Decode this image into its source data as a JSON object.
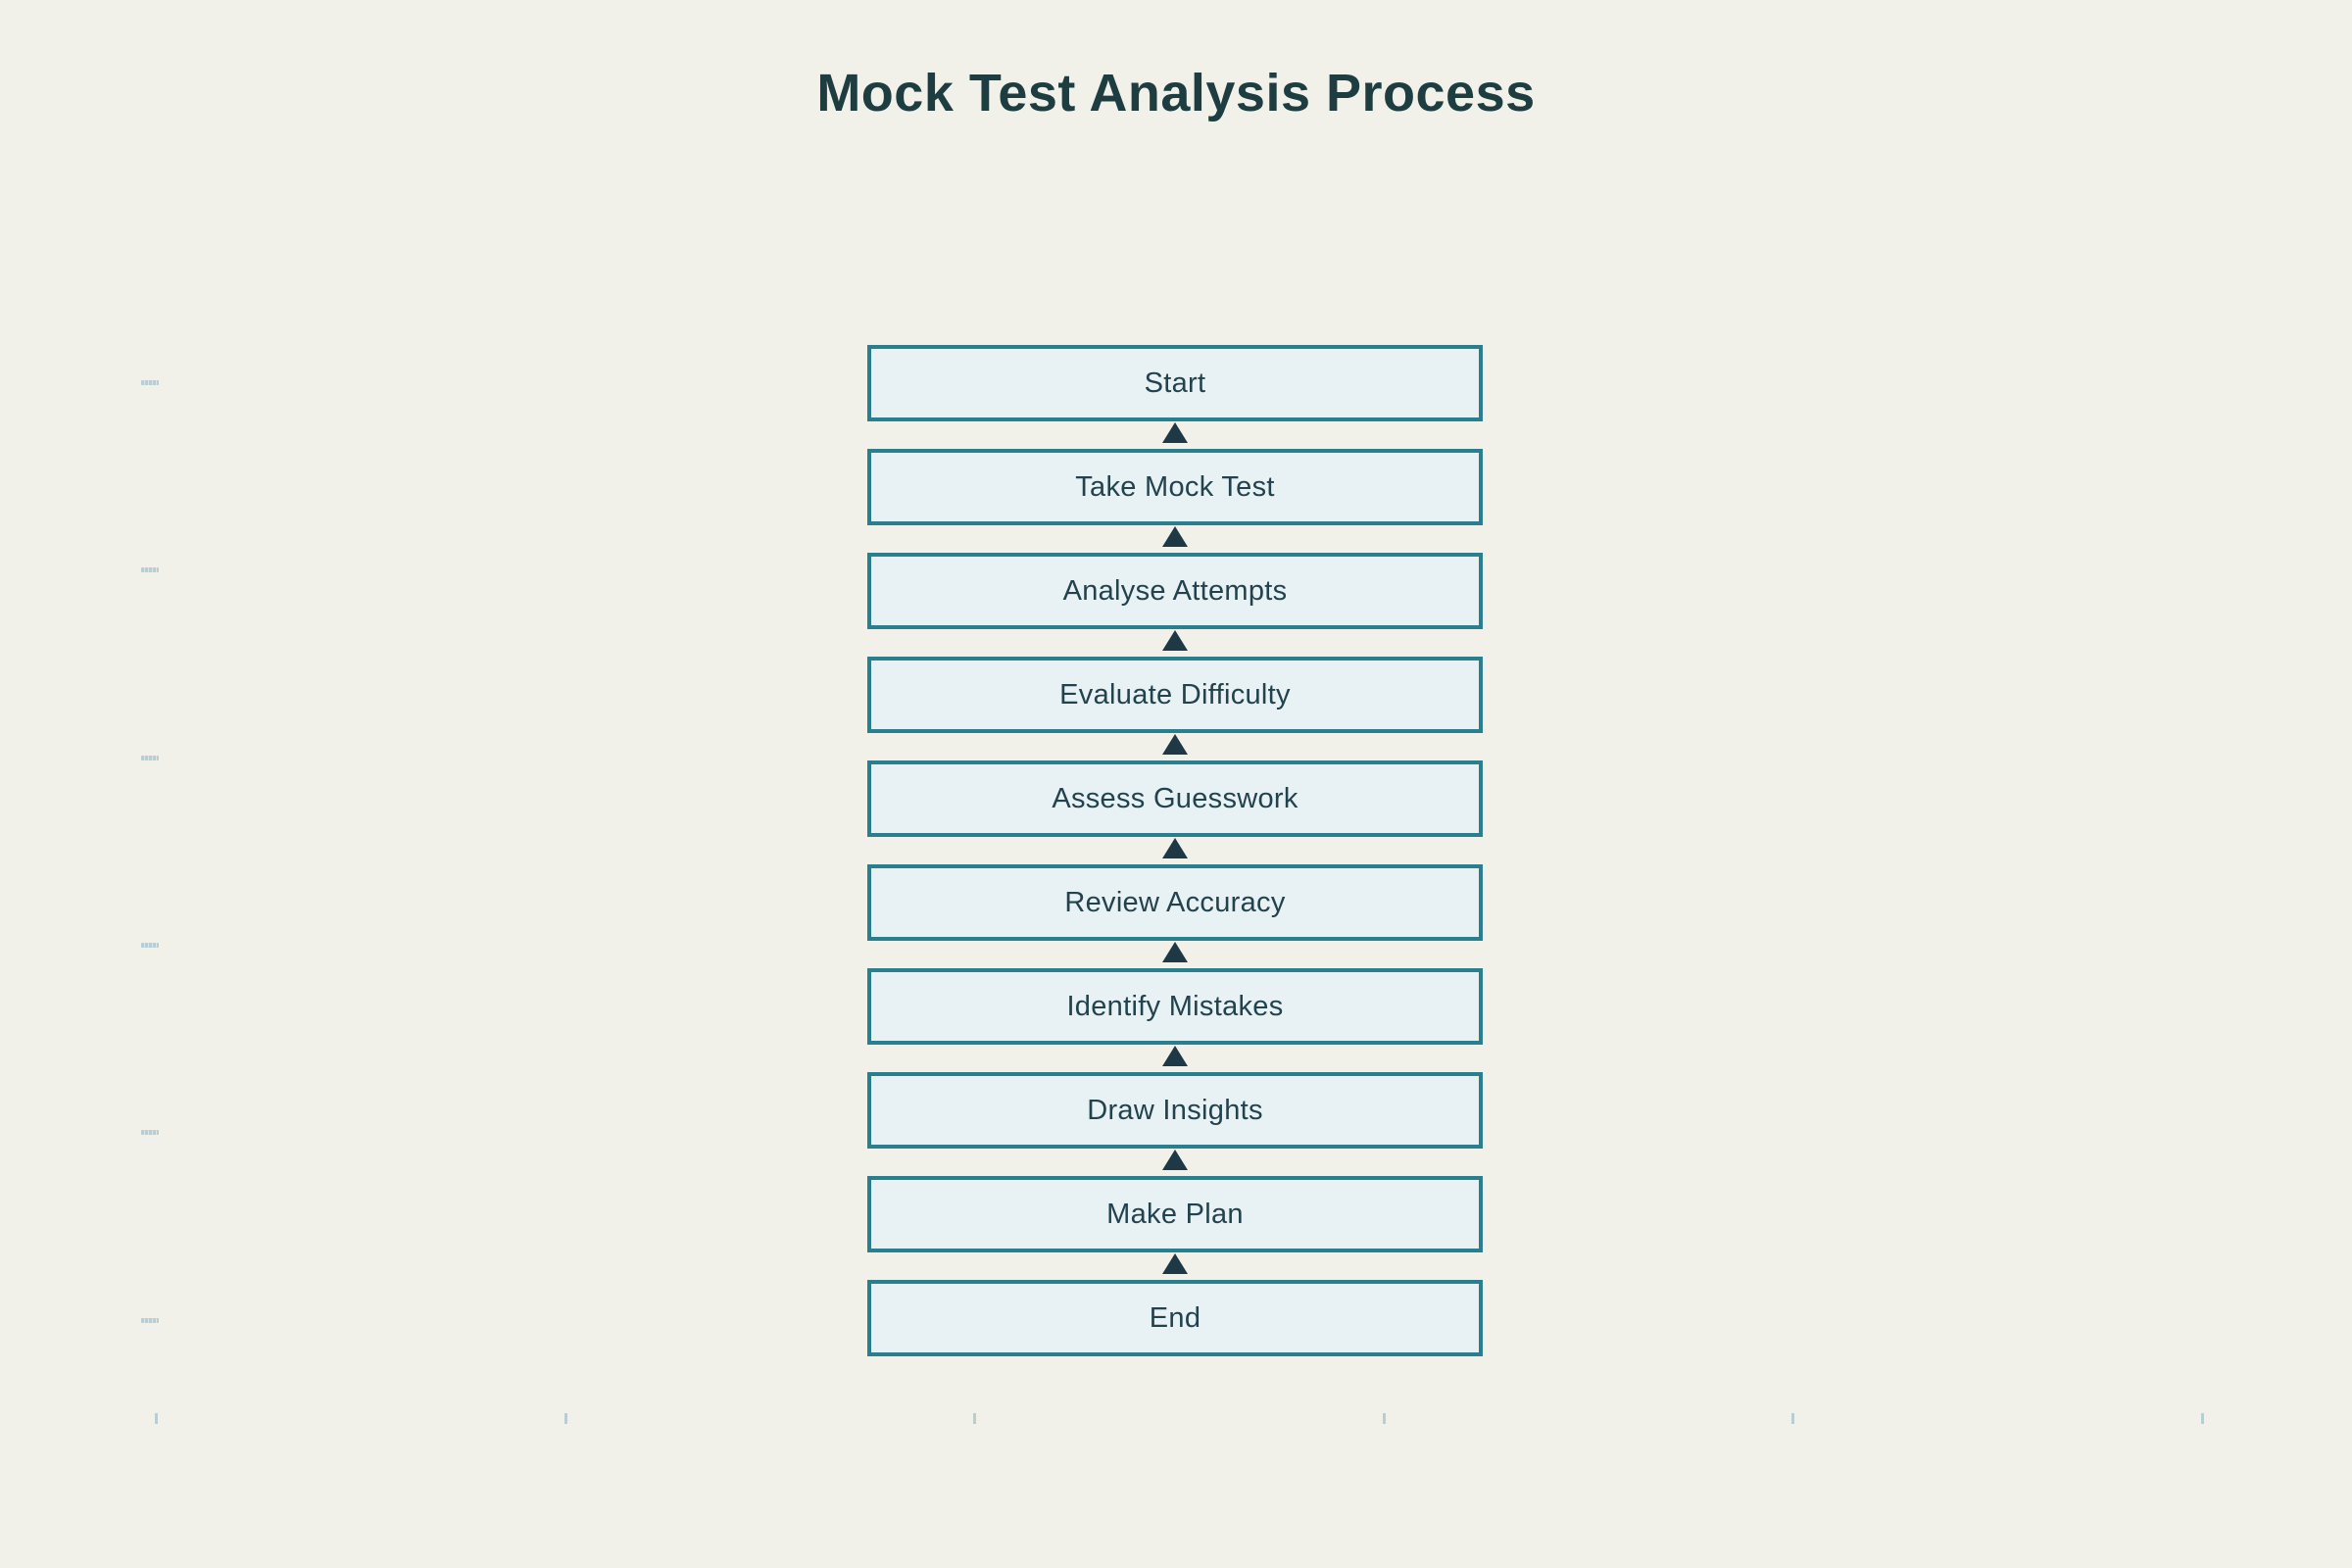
{
  "page": {
    "title": "Mock Test Analysis Process"
  },
  "flowchart": {
    "arrow_icon": "triangle-up",
    "steps": [
      {
        "label": "Start"
      },
      {
        "label": "Take Mock Test"
      },
      {
        "label": "Analyse Attempts"
      },
      {
        "label": "Evaluate Difficulty"
      },
      {
        "label": "Assess Guesswork"
      },
      {
        "label": "Review Accuracy"
      },
      {
        "label": "Identify Mistakes"
      },
      {
        "label": "Draw Insights"
      },
      {
        "label": "Make Plan"
      },
      {
        "label": "End"
      }
    ]
  },
  "colors": {
    "background": "#f1f1ea",
    "node_fill": "#e8f2f5",
    "node_border": "#2a7f8e",
    "node_text": "#22424d",
    "title_text": "#1d3d41",
    "arrow": "#1f3845",
    "tick": "#b9cdd2"
  }
}
